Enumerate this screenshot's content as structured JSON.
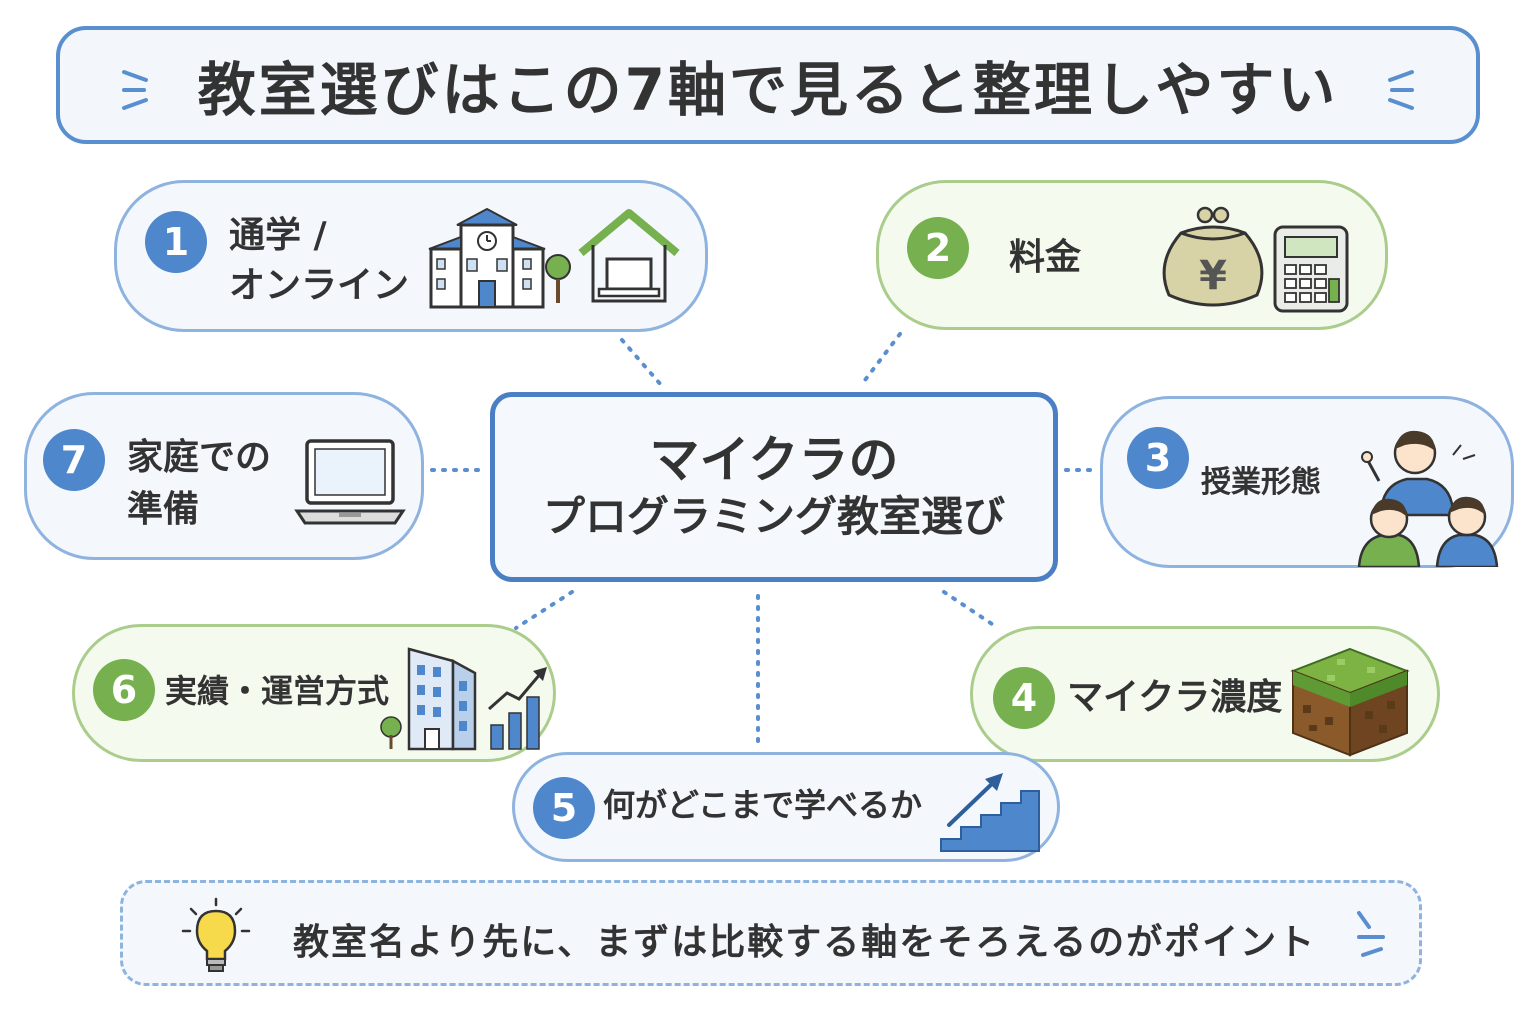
{
  "title": "教室選びはこの7軸で見ると整理しやすい",
  "center": {
    "line1": "マイクラの",
    "line2": "プログラミング教室選び"
  },
  "axes": [
    {
      "number": "1",
      "label_line1": "通学 /",
      "label_line2": "オンライン",
      "icons": [
        "school-building-icon",
        "tree-icon",
        "home-laptop-icon"
      ]
    },
    {
      "number": "2",
      "label_line1": "料金",
      "icons": [
        "yen-purse-icon",
        "calculator-icon"
      ]
    },
    {
      "number": "3",
      "label_line1": "授業形態",
      "icons": [
        "teacher-students-icon"
      ]
    },
    {
      "number": "4",
      "label_line1": "マイクラ濃度",
      "icons": [
        "grass-block-icon"
      ]
    },
    {
      "number": "5",
      "label_line1": "何がどこまで学べるか",
      "icons": [
        "stairs-arrow-icon"
      ]
    },
    {
      "number": "6",
      "label_line1": "実績・運営方式",
      "icons": [
        "office-building-icon",
        "growth-chart-icon"
      ]
    },
    {
      "number": "7",
      "label_line1": "家庭での",
      "label_line2": "準備",
      "icons": [
        "laptop-icon"
      ]
    }
  ],
  "footer": {
    "text": "教室名より先に、まずは比較する軸をそろえるのがポイント",
    "icon": "lightbulb-icon"
  },
  "colors": {
    "blue_accent": "#4f87cc",
    "green_accent": "#76b04f",
    "blue_border": "#8fb3df",
    "green_border": "#aacd8c"
  }
}
